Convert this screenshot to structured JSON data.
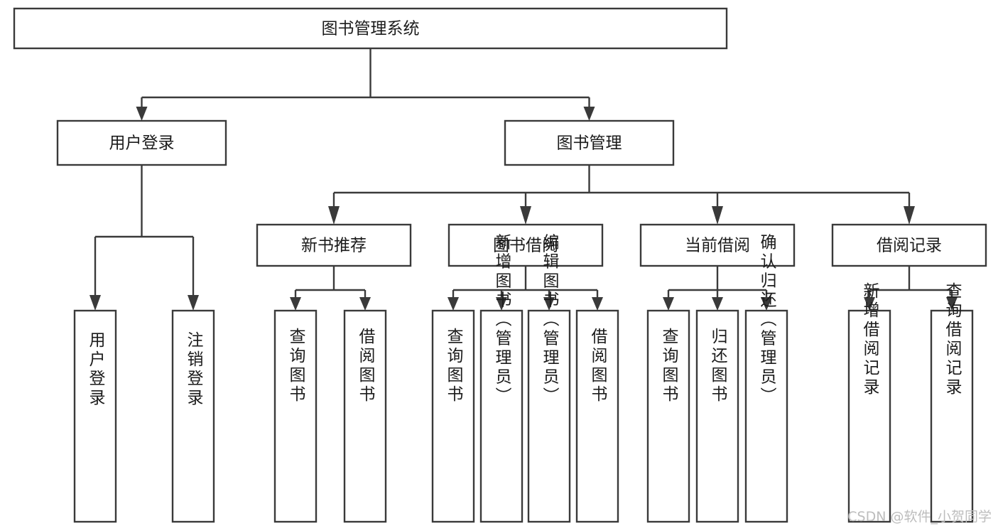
{
  "diagram": {
    "type": "tree-hierarchy",
    "title": "图书管理系统",
    "orientation": "top-down",
    "colors": {
      "box_fill": "#ffffff",
      "box_stroke": "#3a3a3a",
      "text": "#1b1b1b",
      "background": "#ffffff",
      "watermark": "#bdbdbd"
    },
    "root": {
      "id": "root",
      "label": "图书管理系统"
    },
    "level2": [
      {
        "id": "user-login",
        "label": "用户登录"
      },
      {
        "id": "book-manage",
        "label": "图书管理"
      }
    ],
    "level3": [
      {
        "id": "new-book-recommend",
        "label": "新书推荐",
        "parent": "book-manage"
      },
      {
        "id": "book-borrow",
        "label": "图书借阅",
        "parent": "book-manage"
      },
      {
        "id": "current-borrow",
        "label": "当前借阅",
        "parent": "book-manage"
      },
      {
        "id": "borrow-record",
        "label": "借阅记录",
        "parent": "book-manage"
      }
    ],
    "leaves": {
      "user-login": [
        {
          "id": "leaf-user-login",
          "label": "用户登录"
        },
        {
          "id": "leaf-user-logout",
          "label": "注销登录"
        }
      ],
      "new-book-recommend": [
        {
          "id": "leaf-query-book-1",
          "label": "查询图书"
        },
        {
          "id": "leaf-borrow-book-1",
          "label": "借阅图书"
        }
      ],
      "book-borrow": [
        {
          "id": "leaf-query-book-2",
          "label": "查询图书"
        },
        {
          "id": "leaf-add-book",
          "label": "新增图书（管理员）"
        },
        {
          "id": "leaf-edit-book",
          "label": "编辑图书（管理员）"
        },
        {
          "id": "leaf-borrow-book-2",
          "label": "借阅图书"
        }
      ],
      "current-borrow": [
        {
          "id": "leaf-query-book-3",
          "label": "查询图书"
        },
        {
          "id": "leaf-return-book",
          "label": "归还图书"
        },
        {
          "id": "leaf-confirm-return",
          "label": "确认归还（管理员）"
        }
      ],
      "borrow-record": [
        {
          "id": "leaf-add-record",
          "label": "新增借阅记录"
        },
        {
          "id": "leaf-query-record",
          "label": "查询借阅记录"
        }
      ]
    }
  },
  "watermark": {
    "label": "CSDN @软件_小贺同学"
  }
}
